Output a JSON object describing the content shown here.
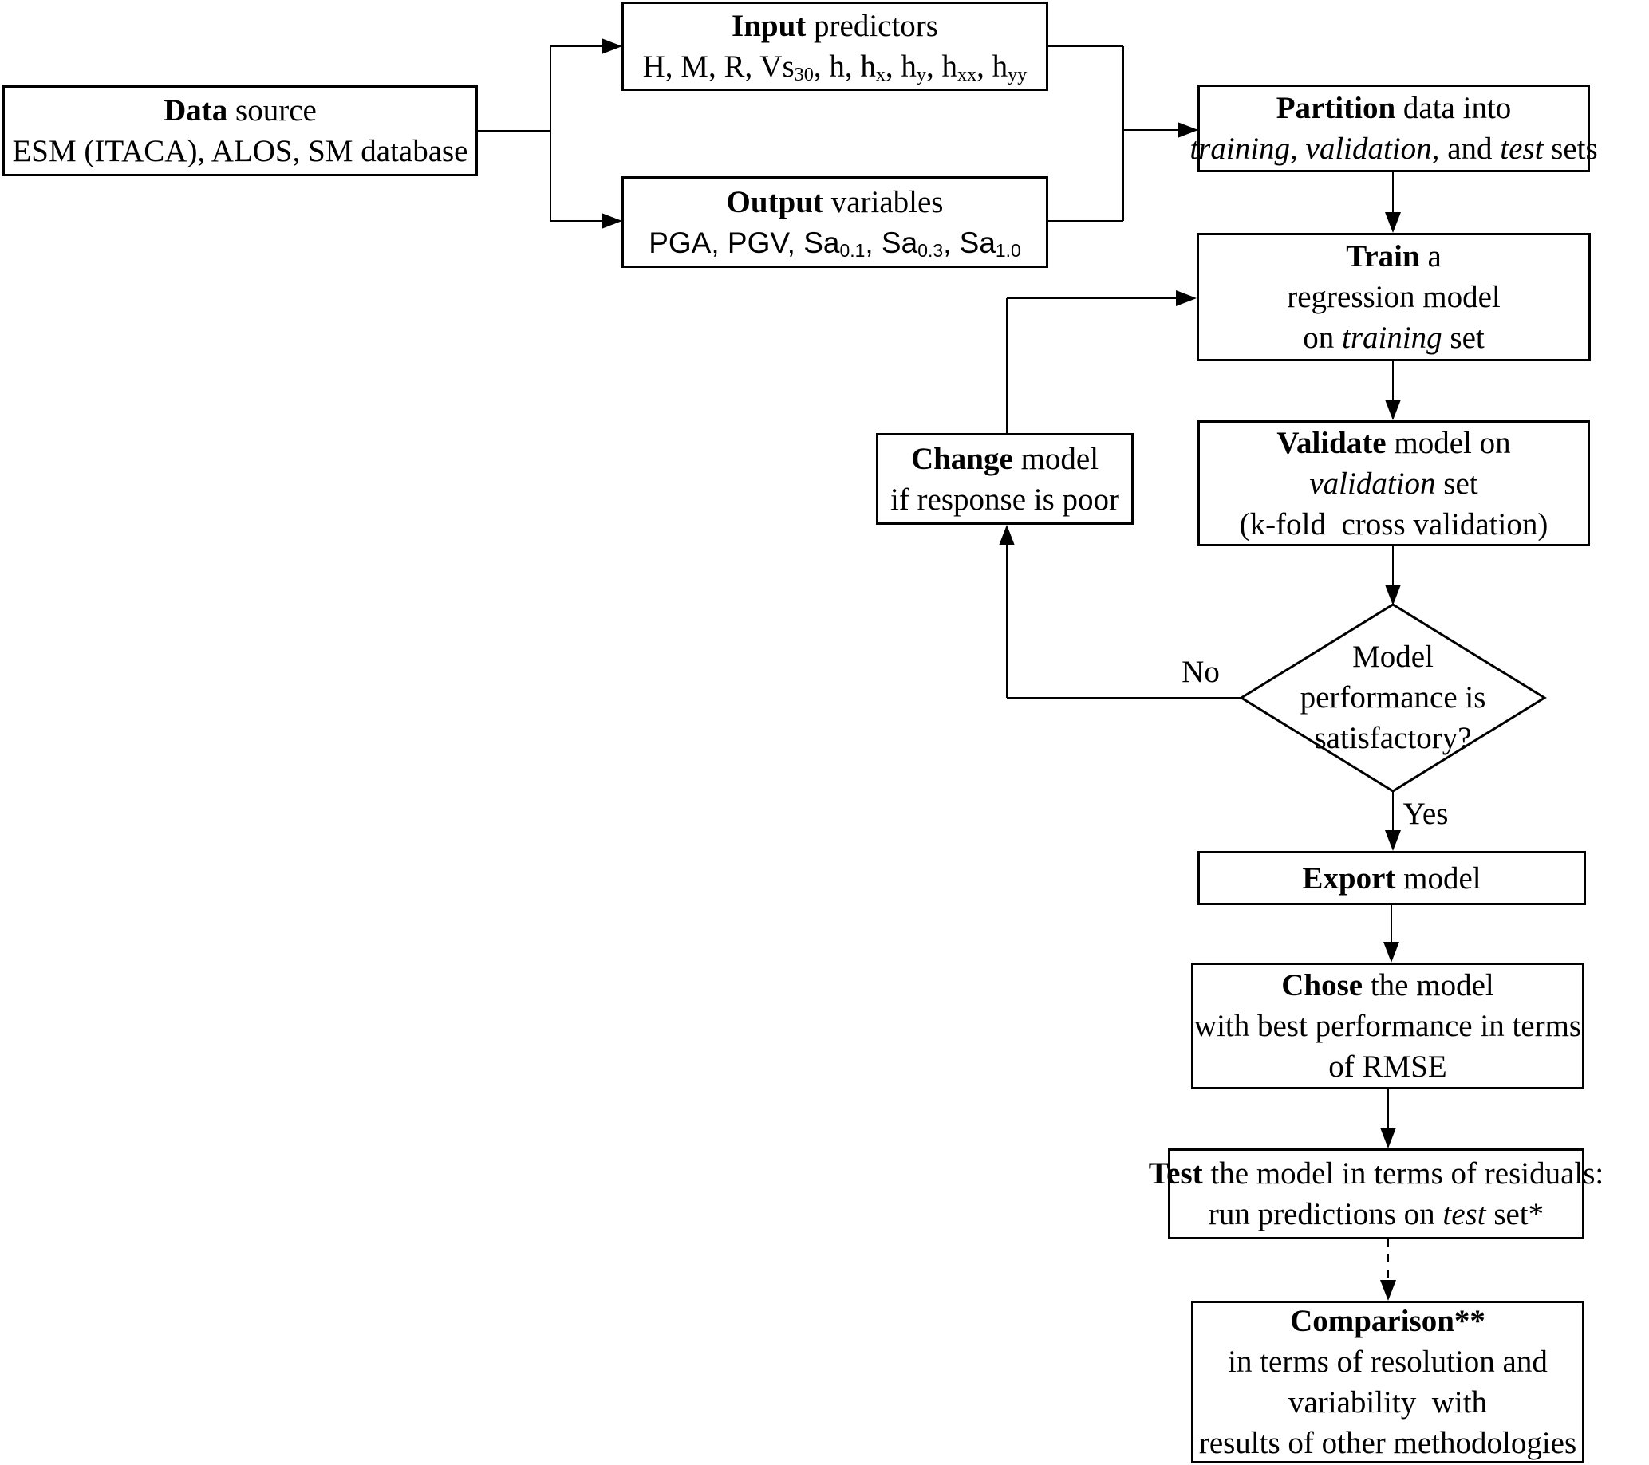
{
  "colors": {
    "ink": "#000000",
    "paper": "#ffffff"
  },
  "labels": {
    "no": "No",
    "yes": "Yes"
  },
  "nodes": {
    "data_source": {
      "title_bold": "Data",
      "title_rest": " source",
      "detail": "ESM (ITACA), ALOS, SM database"
    },
    "input": {
      "title_bold": "Input",
      "title_rest": " predictors",
      "values": [
        {
          "t": "H, M, R, Vs"
        },
        {
          "sub": "30"
        },
        {
          "t": ", h, h"
        },
        {
          "sub": "x"
        },
        {
          "t": ", h"
        },
        {
          "sub": "y"
        },
        {
          "t": ", h"
        },
        {
          "sub": "xx"
        },
        {
          "t": ", h"
        },
        {
          "sub": "yy"
        }
      ]
    },
    "output": {
      "title_bold": "Output",
      "title_rest": " variables",
      "values": [
        {
          "t": "PGA, PGV, Sa"
        },
        {
          "sub": "0.1"
        },
        {
          "t": ", Sa"
        },
        {
          "sub": "0.3"
        },
        {
          "t": ", Sa"
        },
        {
          "sub": "1.0"
        }
      ]
    },
    "partition": {
      "line1_bold": "Partition",
      "line1_rest": " data into",
      "line2": [
        {
          "t": "training, validation,",
          "i": true
        },
        {
          "t": " and "
        },
        {
          "t": "test",
          "i": true
        },
        {
          "t": " sets"
        }
      ]
    },
    "train": {
      "line1_bold": "Train",
      "line1_rest": " a",
      "line2": "regression model",
      "line3": [
        {
          "t": "on "
        },
        {
          "t": "training",
          "i": true
        },
        {
          "t": " set"
        }
      ]
    },
    "validate": {
      "line1_bold": "Validate",
      "line1_rest": " model on",
      "line2": [
        {
          "t": "validation",
          "i": true
        },
        {
          "t": " set"
        }
      ],
      "line3": "(k-fold  cross validation)"
    },
    "decision": {
      "line1": "Model",
      "line2": "performance is",
      "line3": "satisfactory?"
    },
    "change": {
      "line1_bold": "Change",
      "line1_rest": " model",
      "line2": "if response is poor"
    },
    "export": {
      "line1_bold": "Export",
      "line1_rest": " model"
    },
    "chose": {
      "line1_bold": "Chose",
      "line1_rest": " the model",
      "line2": "with best performance in terms",
      "line3": "of RMSE"
    },
    "test": {
      "line1_bold": "Test",
      "line1_rest": " the model in terms of residuals:",
      "line2": [
        {
          "t": "run predictions on "
        },
        {
          "t": "test",
          "i": true
        },
        {
          "t": " set*"
        }
      ]
    },
    "comparison": {
      "line1_bold": "Comparison**",
      "line2": "in terms of resolution and",
      "line3": "variability  with",
      "line4": "results of other methodologies"
    }
  }
}
